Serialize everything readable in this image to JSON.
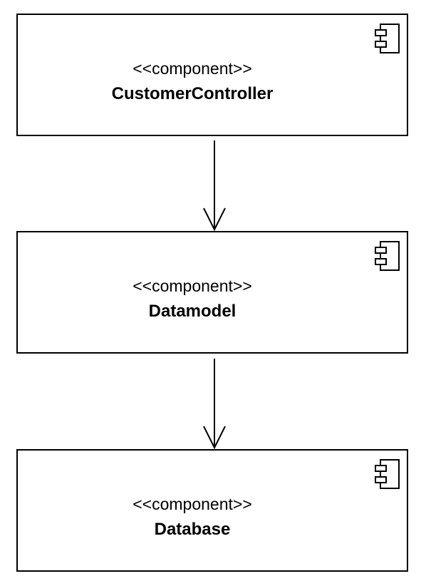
{
  "diagram": {
    "type": "UML component diagram",
    "components": [
      {
        "stereotype": "<<component>>",
        "name": "CustomerController",
        "icon": "component-icon"
      },
      {
        "stereotype": "<<component>>",
        "name": "Datamodel",
        "icon": "component-icon"
      },
      {
        "stereotype": "<<component>>",
        "name": "Database",
        "icon": "component-icon"
      }
    ],
    "dependencies": [
      {
        "from": "CustomerController",
        "to": "Datamodel",
        "style": "open-arrow"
      },
      {
        "from": "Datamodel",
        "to": "Database",
        "style": "open-arrow"
      }
    ],
    "colors": {
      "stroke": "#000000",
      "fill": "#ffffff"
    }
  }
}
